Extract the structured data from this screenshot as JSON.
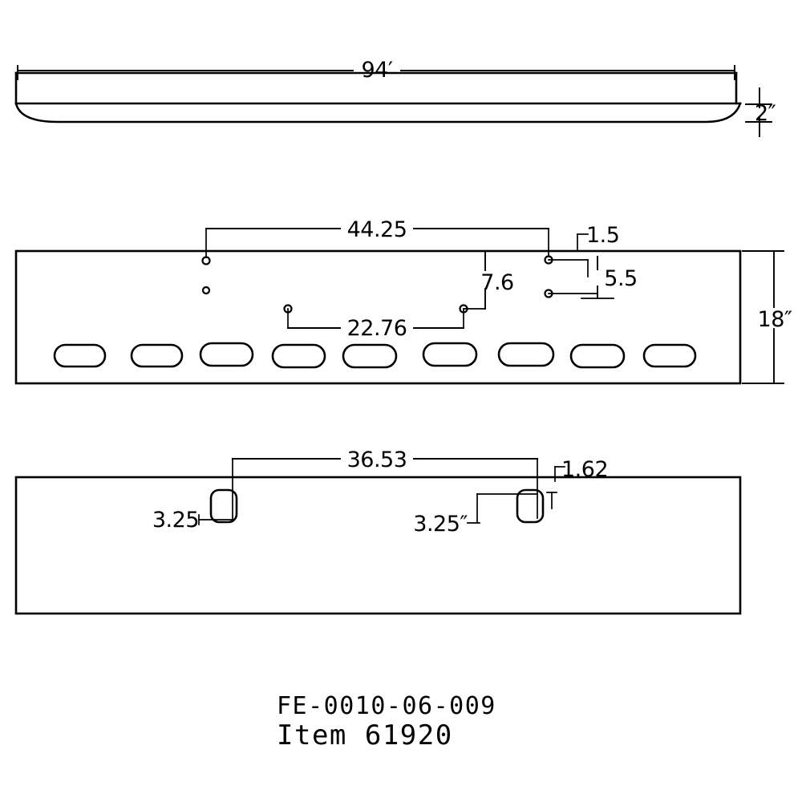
{
  "drawing": {
    "title_line1": "FE-0010-06-009",
    "title_line2": "Item 61920",
    "ink_color": "#000000",
    "paper_color": "#ffffff"
  },
  "views": {
    "top_profile": {
      "name": "edge-profile-view",
      "dimensions": {
        "length": "94′",
        "thickness": "2″"
      }
    },
    "front_panel": {
      "name": "front-panel-view",
      "dimensions": {
        "hole_span_upper": "44.25",
        "hole_offset_right": "1.5",
        "vertical_drop": "7.6",
        "vertical_pair": "5.5",
        "hole_span_lower": "22.76",
        "panel_height": "18″"
      },
      "slot_count": 9
    },
    "back_panel": {
      "name": "back-panel-view",
      "dimensions": {
        "hole_span": "36.53",
        "edge_offset": "1.62",
        "left_offset": "3.25",
        "right_offset": "3.25″"
      },
      "hole_count": 2
    }
  },
  "labels": {
    "d_94": "94′",
    "d_2": "2″",
    "d_4425": "44.25",
    "d_15": "1.5",
    "d_76": "7.6",
    "d_55": "5.5",
    "d_2276": "22.76",
    "d_18": "18″",
    "d_3653": "36.53",
    "d_162": "1.62",
    "d_325_left": "3.25",
    "d_325_right": "3.25″"
  }
}
